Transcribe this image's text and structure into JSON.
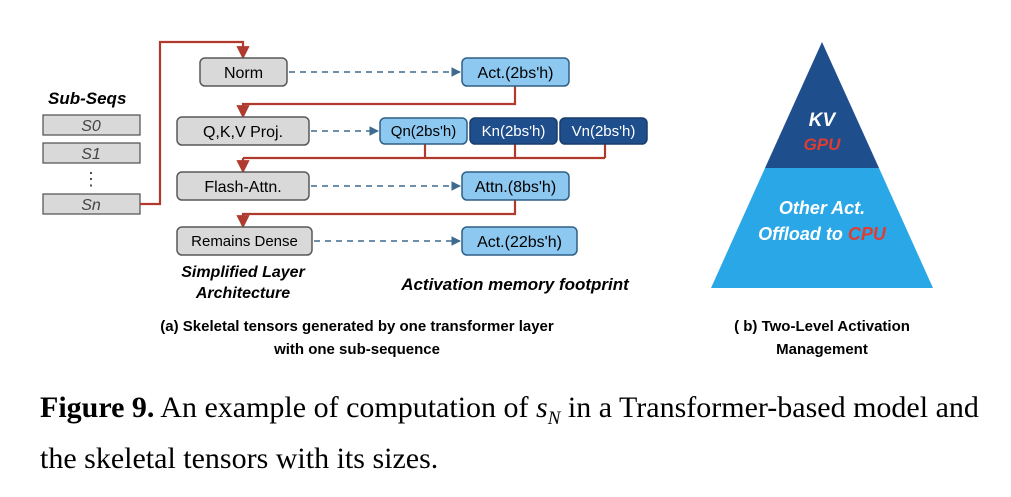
{
  "panel_a": {
    "sub_seqs_title": "Sub-Seqs",
    "sequences": [
      "S0",
      "S1",
      "Sn"
    ],
    "ellipsis": "⋮",
    "layers": [
      {
        "label": "Norm",
        "acts": [
          "Act.(2bs'h)"
        ]
      },
      {
        "label": "Q,K,V Proj.",
        "acts": [
          "Qn(2bs'h)",
          "Kn(2bs'h)",
          "Vn(2bs'h)"
        ]
      },
      {
        "label": "Flash-Attn.",
        "acts": [
          "Attn.(8bs'h)"
        ]
      },
      {
        "label": "Remains Dense",
        "acts": [
          "Act.(22bs'h)"
        ]
      }
    ],
    "architecture_label_line1": "Simplified Layer",
    "architecture_label_line2": "Architecture",
    "memory_label": "Activation memory footprint",
    "caption_line1": "(a) Skeletal tensors generated by one transformer layer",
    "caption_line2": "with one sub-sequence"
  },
  "panel_b": {
    "top_label": "KV",
    "top_device": "GPU",
    "bottom_label": "Other Act.",
    "bottom_prefix": "Offload to",
    "bottom_device": "CPU",
    "caption_line1": "( b) Two-Level Activation",
    "caption_line2": "Management",
    "colors": {
      "top": "#1f4e8c",
      "bottom": "#2aa7e6",
      "device": "#e03c31"
    }
  },
  "figure_caption": {
    "label": "Figure 9.",
    "text_before": "An example of computation of",
    "math_var": "s",
    "math_sub": "N",
    "text_after": "in a Transformer-based model and the skeletal tensors with its sizes."
  }
}
